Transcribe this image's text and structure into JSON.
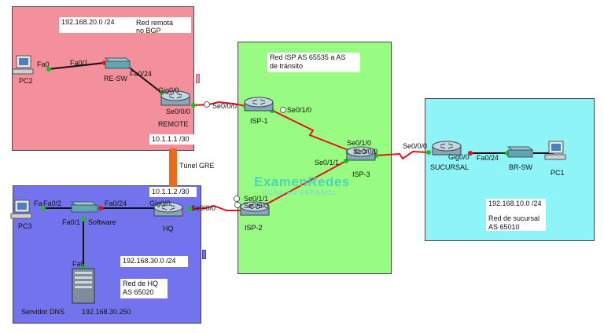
{
  "areas": {
    "remote": {
      "subnet": "192.168.20.0 /24",
      "title_line1": "Red remota",
      "title_line2": "no BGP",
      "color": "#f4909c"
    },
    "isp": {
      "title_line1": "Red ISP AS 65535 a AS",
      "title_line2": "de tránsito",
      "color": "#98fb82"
    },
    "branch": {
      "subnet": "192.168.10.0 /24",
      "title_line1": "Red de sucursal",
      "title_line2": "AS 65010",
      "color": "#8ef4f8"
    },
    "hq": {
      "subnet": "192.168.30.0 /24",
      "title_line1": "Red de HQ",
      "title_line2": "AS 65020",
      "color": "#7373ee"
    }
  },
  "devices": {
    "pc2": "PC2",
    "re_sw": "RE-SW",
    "remote": "REMOTE",
    "isp1": "ISP-1",
    "isp2": "ISP-2",
    "isp3": "ISP-3",
    "sucursal": "SUCURSAL",
    "br_sw": "BR-SW",
    "pc1": "PC1",
    "pc3": "PC3",
    "software": "Software",
    "hq": "HQ",
    "dns": "Servidor DNS",
    "dns_ip": "192.168.30.250"
  },
  "tunnel": {
    "label": "Túnel GRE",
    "ip_top": "10.1.1.1 /30",
    "ip_bottom": "10.1.1.2 /30",
    "color": "#ec6a1c"
  },
  "ports": {
    "pc2_fa0": "Fa0",
    "resw_fa01": "Fa0/1",
    "resw_fa024": "Fa0/24",
    "remote_gig00": "Gig0/0",
    "remote_se000": "Se0/0/0",
    "isp1_se000": "Se0/0/0",
    "isp1_se010": "Se0/1/0",
    "isp3_se010": "Se0/1/0",
    "isp3_se000": "Se0/0/0",
    "isp3_se011": "Se0/1/1",
    "suc_se000": "Se0/0/0",
    "suc_gig00": "Gig0/0",
    "brsw_fa024": "Fa0/24",
    "pc3_fa": "Fa",
    "sw_fa02": "Fa0/2",
    "sw_fa024": "Fa0/24",
    "sw_fa01": "Fa0/1",
    "hq_gig00": "Gig0/0",
    "hq_se000": "Se0/0/0",
    "isp2_se011": "Se0/1/1",
    "isp2_se000": "Se0/0/0",
    "dns_fa0": "Fa0"
  },
  "watermark": {
    "brand": "ExamenRedes",
    "sub": "CCNA EN ESPAÑOL"
  },
  "colors": {
    "serial": "#e8101a",
    "ethernet": "#111111",
    "link_up": "#19c419",
    "link_port": "#e8101a"
  }
}
